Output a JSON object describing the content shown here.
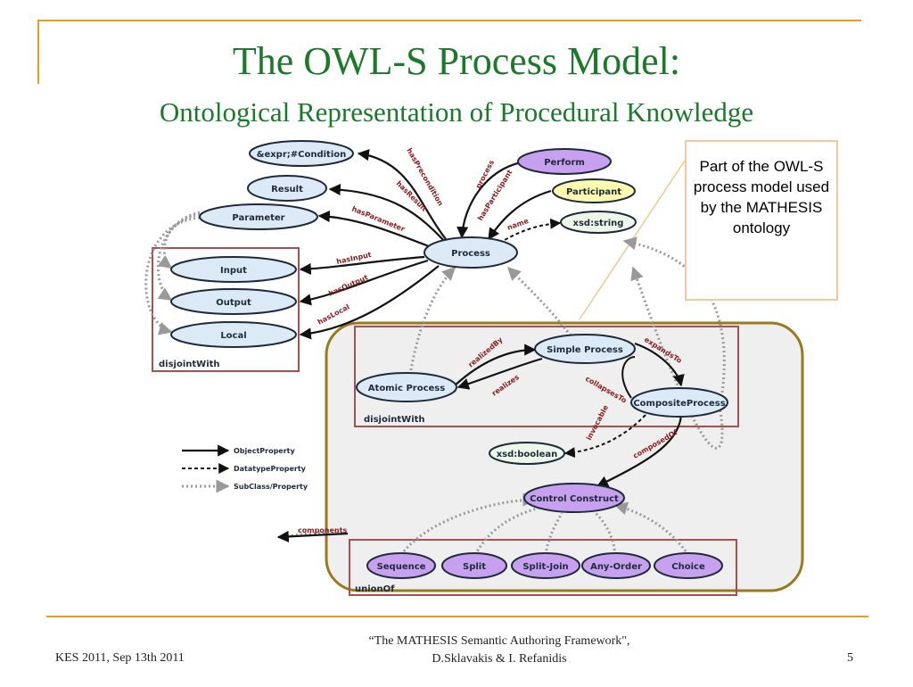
{
  "slide": {
    "title": "The OWL-S Process Model:",
    "subtitle": "Ontological Representation of Procedural Knowledge",
    "callout": "Part of the OWL-S process model used by the MATHESIS ontology",
    "footer_left": "KES 2011, Sep 13th 2011",
    "footer_mid_1": "“The MATHESIS Semantic Authoring Framework\",",
    "footer_mid_2": "D.Sklavakis & I. Refanidis",
    "page_number": "5"
  },
  "diagram": {
    "nodes": {
      "condition": "&expr;#Condition",
      "result": "Result",
      "parameter": "Parameter",
      "input": "Input",
      "output": "Output",
      "local": "Local",
      "process": "Process",
      "perform": "Perform",
      "participant": "Participant",
      "xsd_string": "xsd:string",
      "simple_process": "Simple Process",
      "atomic_process": "Atomic Process",
      "composite_process": "CompositeProcess",
      "xsd_boolean": "xsd:boolean",
      "control_construct": "Control Construct",
      "sequence": "Sequence",
      "split": "Split",
      "split_join": "Split-Join",
      "any_order": "Any-Order",
      "choice": "Choice"
    },
    "edges": {
      "hasPrecondition": "hasPrecondition",
      "hasResult": "hasResult",
      "hasParameter": "hasParameter",
      "hasInput": "hasInput",
      "hasOutput": "hasOutput",
      "hasLocal": "hasLocal",
      "process": "process",
      "hasParticipant": "hasParticipant",
      "name": "name",
      "realizedBy": "realizedBy",
      "realizes": "realizes",
      "expandsTo": "expandsTo",
      "collapsesTo": "collapsesTo",
      "invocable": "invocable",
      "composedOf": "composedOf",
      "components": "components"
    },
    "boxes": {
      "disjoint_left": "disjointWith",
      "disjoint_mid": "disjointWith",
      "union_of": "unionOf"
    },
    "legend": {
      "object_property": "ObjectProperty",
      "datatype_property": "DatatypeProperty",
      "subclass_property": "SubClass/Property"
    }
  },
  "colors": {
    "title_green": "#1a7a2a",
    "rule_gold": "#e3a020",
    "box_red": "#a85050",
    "group_gold": "#9a7a1a",
    "node_blue": "#dceaf8",
    "node_purple": "#c8a0f0",
    "node_yellow": "#fffab0",
    "node_green": "#eef8ea"
  }
}
